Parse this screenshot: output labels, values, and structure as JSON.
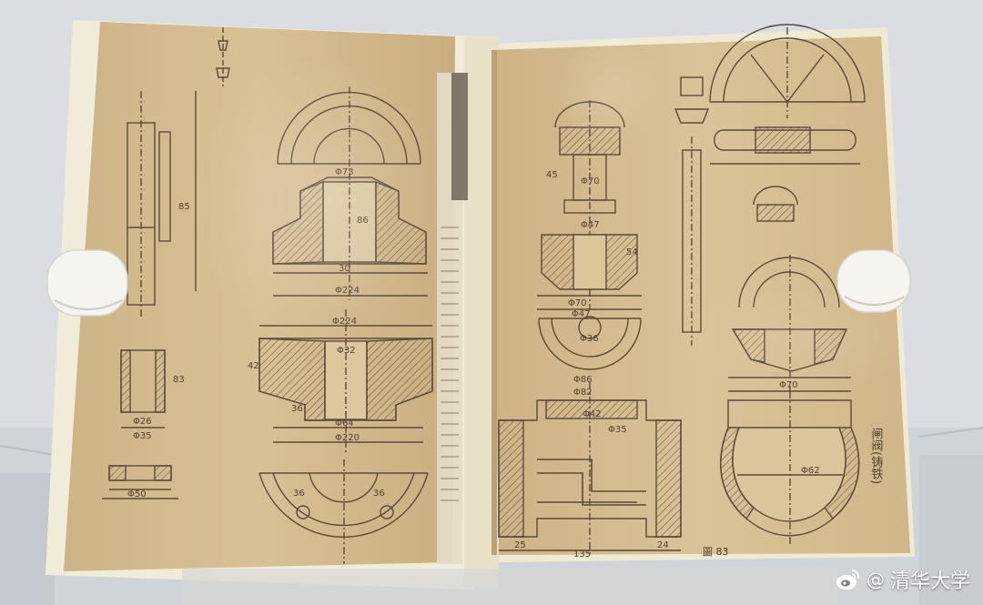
{
  "watermark": {
    "at_sign": "@",
    "account_name": "清华大学",
    "icon": "weibo-logo-icon"
  },
  "drawings": {
    "left_page": {
      "dimensions_top_part": [
        "Φ73",
        "86",
        "30",
        "Φ224"
      ],
      "dimensions_middle_part": [
        "Φ224",
        "Φ32",
        "Φ64",
        "Φ220",
        "42",
        "36"
      ],
      "dimensions_left_small": [
        "Φ26",
        "Φ35",
        "Φ50",
        "83",
        "85"
      ],
      "dimensions_bottom_arc": [
        "36",
        "36"
      ]
    },
    "right_page": {
      "dimensions_top": [
        "Φ70",
        "Φ47",
        "45",
        "54"
      ],
      "dimensions_middle": [
        "Φ70",
        "Φ47",
        "Φ36"
      ],
      "dimensions_bottom": [
        "Φ86",
        "Φ82",
        "Φ42",
        "135",
        "Φ35",
        "25",
        "24",
        "Φ70",
        "Φ62"
      ],
      "vertical_annotations": [
        "闸阀(铸铁)"
      ],
      "caption": "圖 83"
    }
  },
  "colors": {
    "background": "#dadde1",
    "paper": "#d2b98c",
    "paper_light": "#dcc69c",
    "ink": "#5a4a3a",
    "hatch": "#6a5846",
    "cover": "#f1ecd9",
    "clip": "#f6f4ee"
  }
}
